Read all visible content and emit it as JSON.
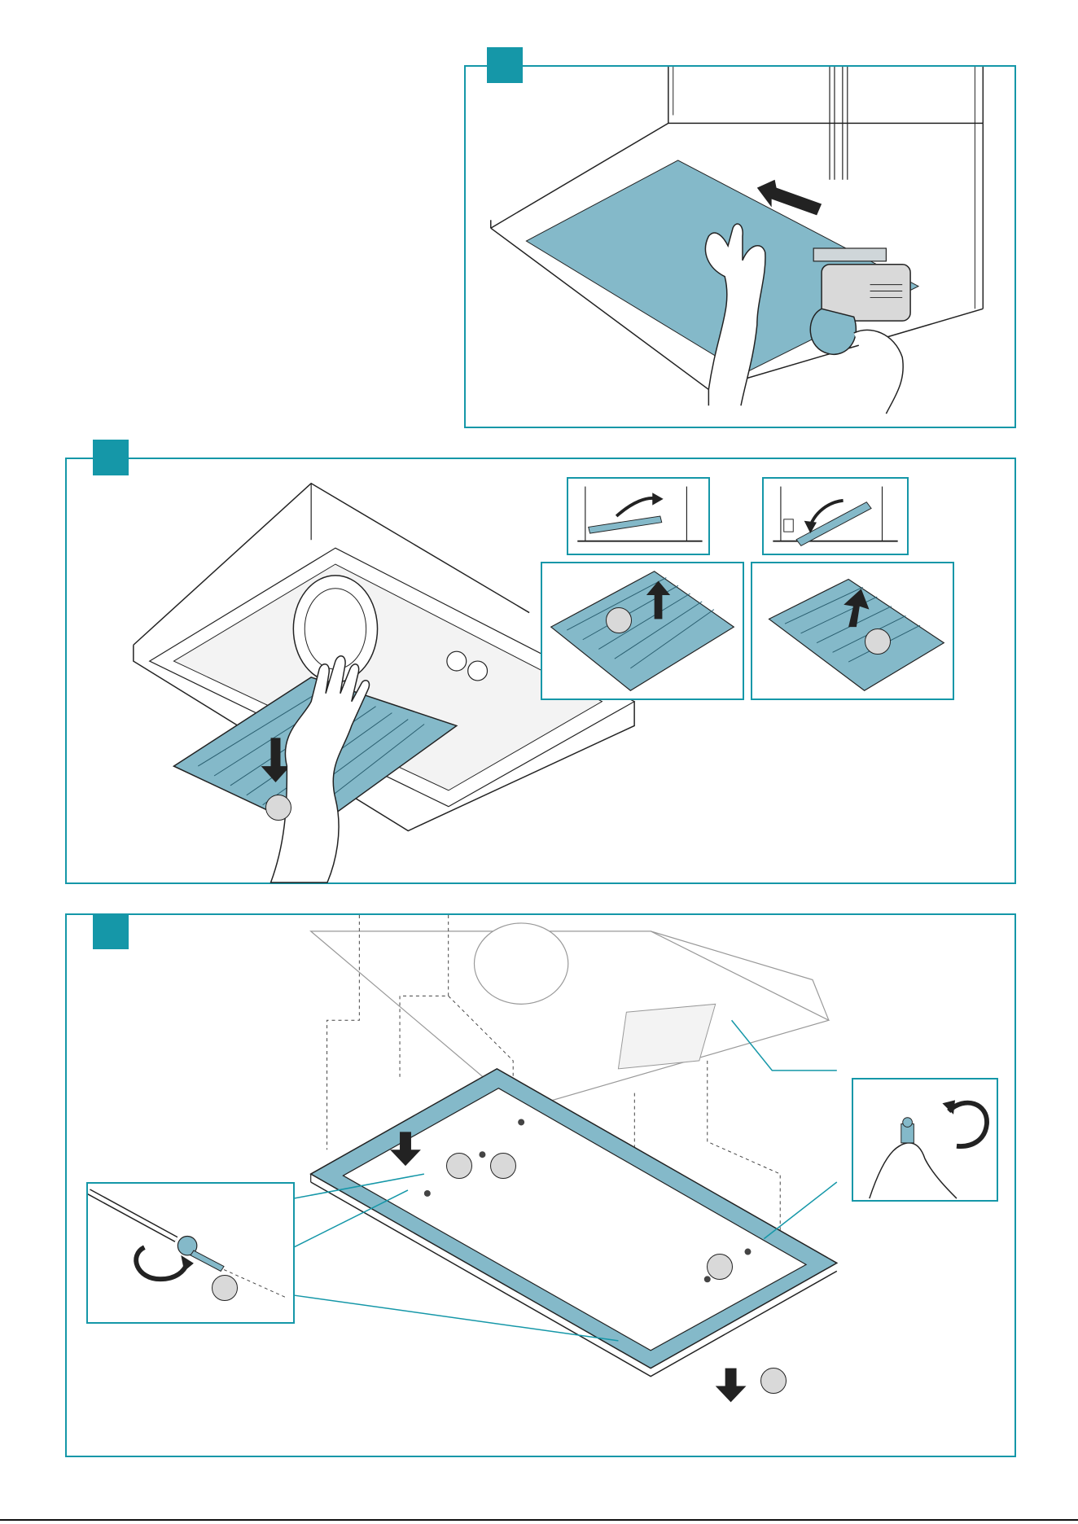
{
  "document": {
    "steps": [
      {
        "id": "step-1",
        "badge_label": ""
      },
      {
        "id": "step-2",
        "badge_label": ""
      },
      {
        "id": "step-3",
        "badge_label": ""
      }
    ],
    "callouts": [
      "",
      "",
      "",
      "",
      "",
      "",
      "",
      ""
    ]
  },
  "colors": {
    "accent": "#1597a8",
    "filter_blue": "#84b9c9",
    "callout_gray": "#d9d9d9",
    "line": "#222222"
  },
  "icons": {
    "step_badge": "teal-square",
    "hand": "hand-illustration",
    "drill": "power-drill-illustration",
    "screw": "screw-illustration",
    "screwdriver": "screwdriver-illustration",
    "arrow": "direction-arrow",
    "rotate": "rotate-arrow"
  }
}
